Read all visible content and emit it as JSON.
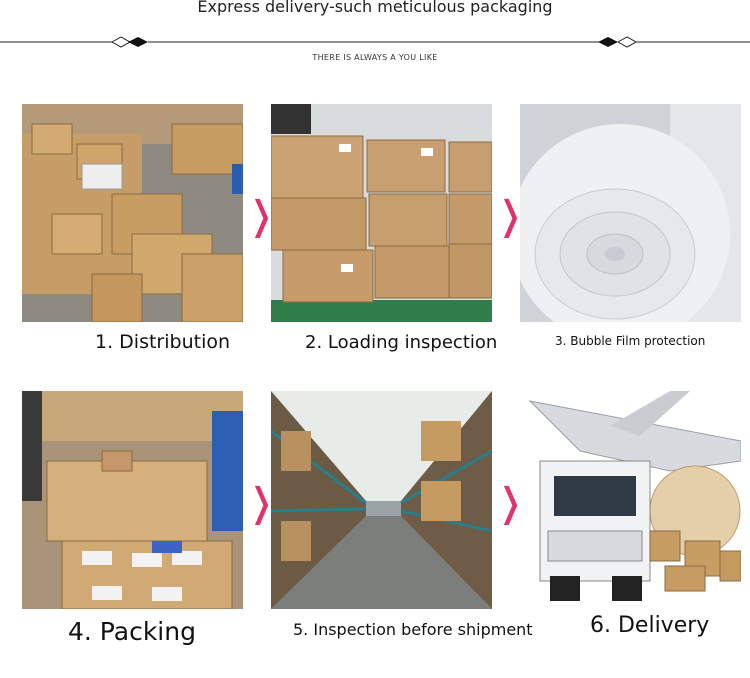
{
  "header": {
    "title": "Express delivery-such meticulous packaging",
    "subtitle": "THERE IS ALWAYS A YOU LIKE"
  },
  "separator_glyph": "❭",
  "steps": [
    {
      "caption": "1. Distribution",
      "photo": "warehouse-boxes-photo"
    },
    {
      "caption": "2. Loading inspection",
      "photo": "stacked-cartons-photo"
    },
    {
      "caption": "3. Bubble Film protection",
      "photo": "bubble-wrap-roll-photo"
    },
    {
      "caption": "4. Packing",
      "photo": "packed-parcels-photo"
    },
    {
      "caption": "5. Inspection before shipment",
      "photo": "warehouse-aisle-photo"
    },
    {
      "caption": "6. Delivery",
      "photo": "truck-plane-delivery-photo"
    }
  ],
  "colors": {
    "accent": "#e0336a",
    "cardboard": "#c9a06c",
    "floor_green": "#2f7d4a"
  }
}
